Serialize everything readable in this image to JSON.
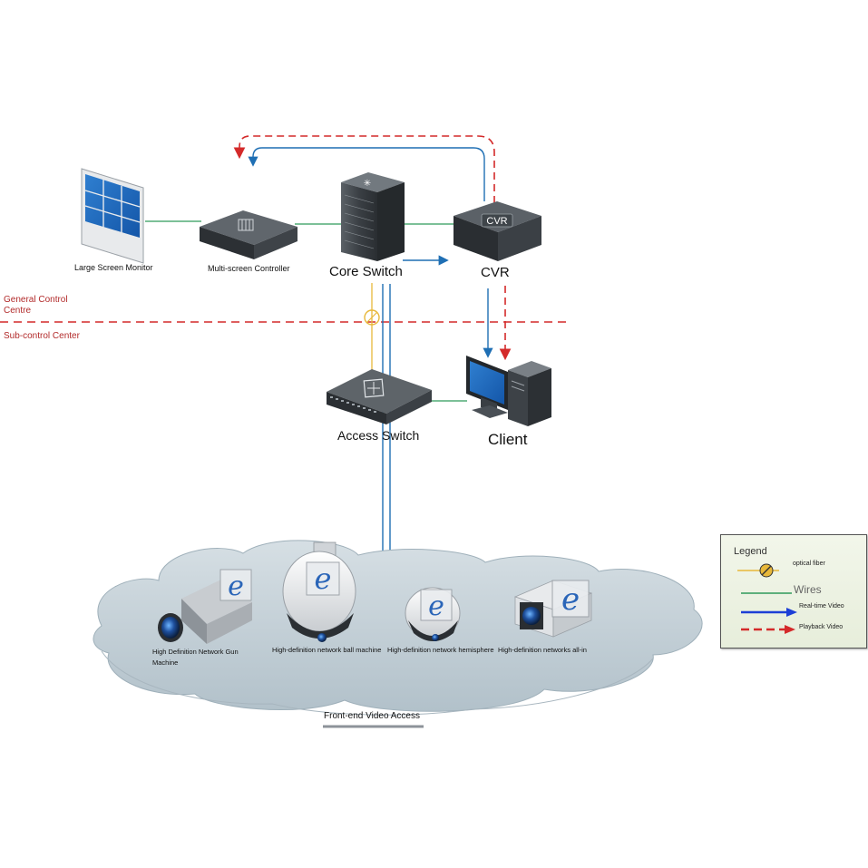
{
  "zones": {
    "general": "General Control Centre",
    "sub": "Sub-control Center"
  },
  "devices": {
    "monitor": "Large Screen Monitor",
    "controller": "Multi-screen Controller",
    "core_switch": "Core Switch",
    "cvr": "CVR",
    "cvr_badge": "CVR",
    "access_switch": "Access Switch",
    "client": "Client"
  },
  "cameras": {
    "gun": "High Definition Network Gun Machine",
    "ball": "High-definition network ball machine",
    "hemisphere": "High-definition network hemisphere",
    "allin": "High-definition networks all-in"
  },
  "frontend": "Front-end Video Access",
  "legend": {
    "title": "Legend",
    "optical": "optical fiber",
    "wires": "Wires",
    "realtime": "Real-time Video",
    "playback": "Playback Video"
  },
  "colors": {
    "wire": "#2e9a5a",
    "realtime": "#1f6fb4",
    "playback": "#d42a2a",
    "fiber": "#e8b83a",
    "zone_divider": "#d42a2a",
    "cloud": "#b8c6cf",
    "legend_realtime": "#1d3fd6"
  },
  "icons": [
    "screen-wall-icon",
    "controller-icon",
    "server-rack-icon",
    "cvr-icon",
    "network-switch-icon",
    "desktop-pc-icon",
    "gun-camera-icon",
    "dome-camera-icon",
    "ie-logo-icon"
  ]
}
